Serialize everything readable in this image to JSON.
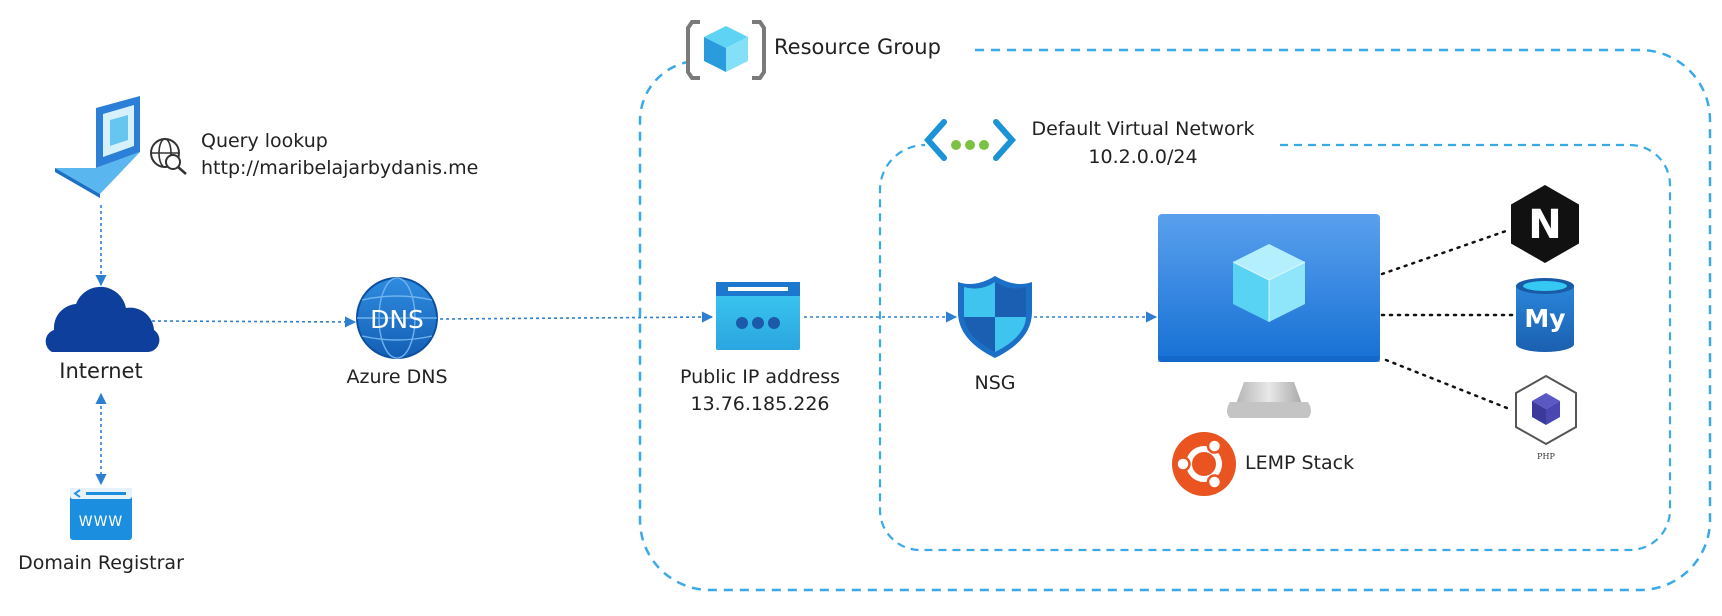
{
  "resource_group": {
    "title": "Resource Group"
  },
  "virtual_network": {
    "title": "Default Virtual Network",
    "cidr": "10.2.0.0/24"
  },
  "client": {
    "query_label": "Query lookup",
    "query_url": "http://maribelajarbydanis.me"
  },
  "internet": {
    "label": "Internet"
  },
  "domain_registrar": {
    "label": "Domain Registrar",
    "icon_text": "WWW"
  },
  "azure_dns": {
    "label": "Azure DNS",
    "icon_text": "DNS"
  },
  "public_ip": {
    "label": "Public IP address",
    "address": "13.76.185.226"
  },
  "nsg": {
    "label": "NSG"
  },
  "vm": {
    "stack_label": "LEMP Stack"
  },
  "stack_components": {
    "nginx_letter": "N",
    "mysql_text": "My",
    "php_label": "PHP"
  },
  "colors": {
    "azure_blue": "#0078d4",
    "dashed_border": "#3aa9e8",
    "connector": "#2f7fd0",
    "ubuntu_orange": "#e95420",
    "nsg_green": "#7cc242"
  }
}
